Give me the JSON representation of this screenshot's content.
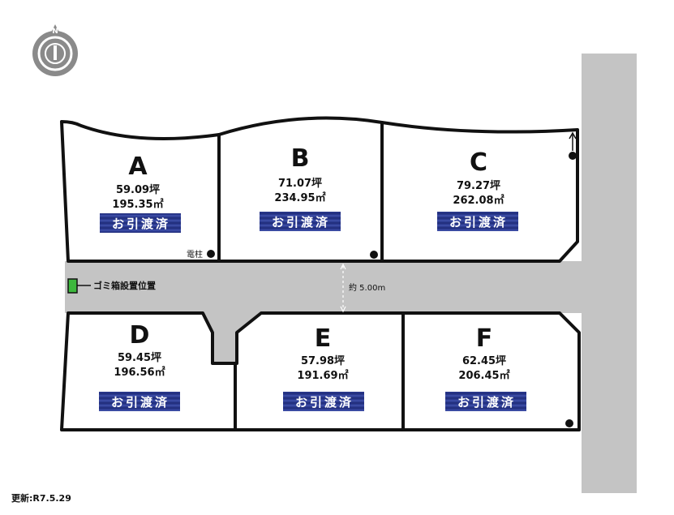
{
  "lots": [
    {
      "id": "A",
      "tsubo": "59.09坪",
      "sqm": "195.35㎡",
      "status": "お引渡済"
    },
    {
      "id": "B",
      "tsubo": "71.07坪",
      "sqm": "234.95㎡",
      "status": "お引渡済"
    },
    {
      "id": "C",
      "tsubo": "79.27坪",
      "sqm": "262.08㎡",
      "status": "お引渡済"
    },
    {
      "id": "D",
      "tsubo": "59.45坪",
      "sqm": "196.56㎡",
      "status": "お引渡済"
    },
    {
      "id": "E",
      "tsubo": "57.98坪",
      "sqm": "191.69㎡",
      "status": "お引渡済"
    },
    {
      "id": "F",
      "tsubo": "62.45坪",
      "sqm": "206.45㎡",
      "status": "お引渡済"
    }
  ],
  "labels": {
    "utility_pole": "電柱",
    "garbage_station": "ゴミ箱設置位置",
    "road_width": "約 5.00m",
    "updated": "更新:R7.5.29",
    "compass_north": "N"
  },
  "colors": {
    "road": "#c4c4c4",
    "lot_border": "#111111",
    "badge_bg": "#2b3a8f",
    "garbage_box": "#3db83d"
  },
  "icons": [
    "compass-icon",
    "utility-pole-icon",
    "garbage-box-icon",
    "road-width-arrow-icon"
  ]
}
